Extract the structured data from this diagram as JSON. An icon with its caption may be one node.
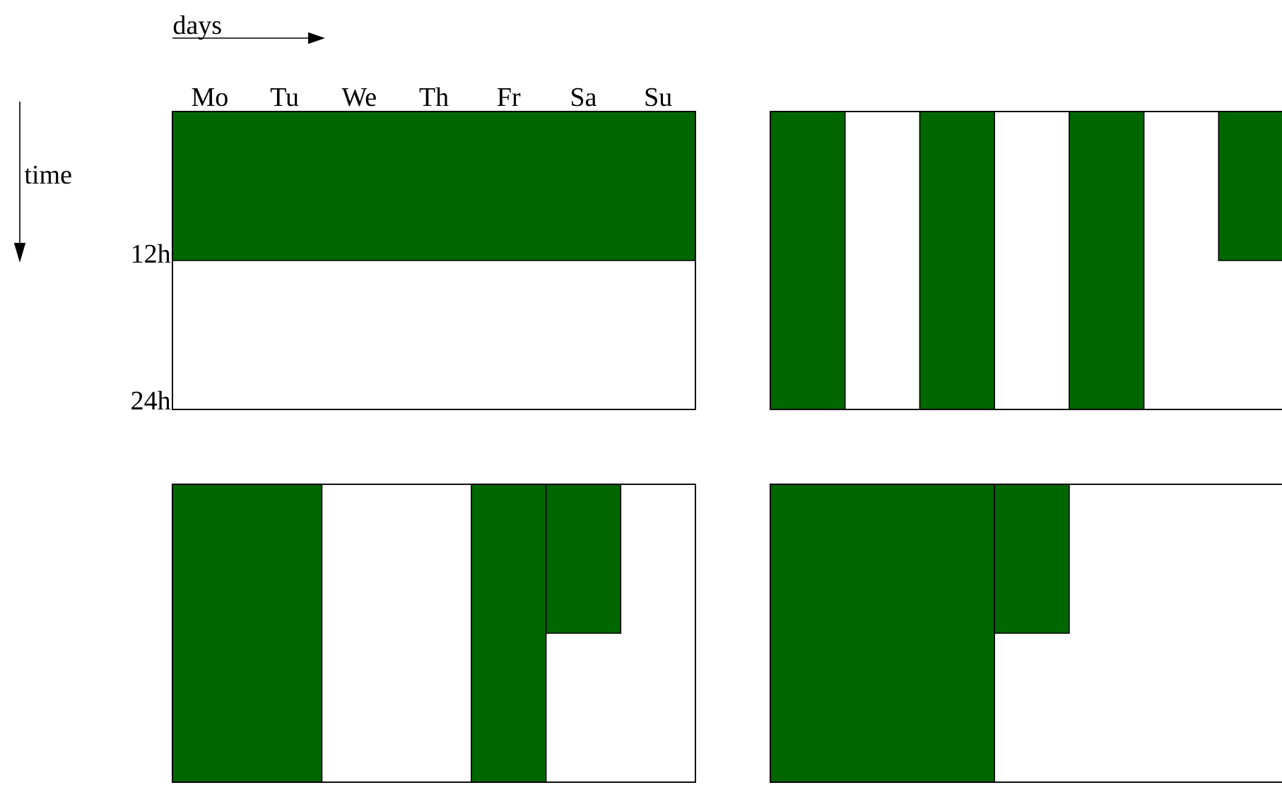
{
  "diagram": {
    "labels": [
      "days",
      "Mo",
      "Tu",
      "We",
      "Th",
      "Fr",
      "Sa",
      "Su",
      "time",
      "12h",
      "24h"
    ]
  }
}
